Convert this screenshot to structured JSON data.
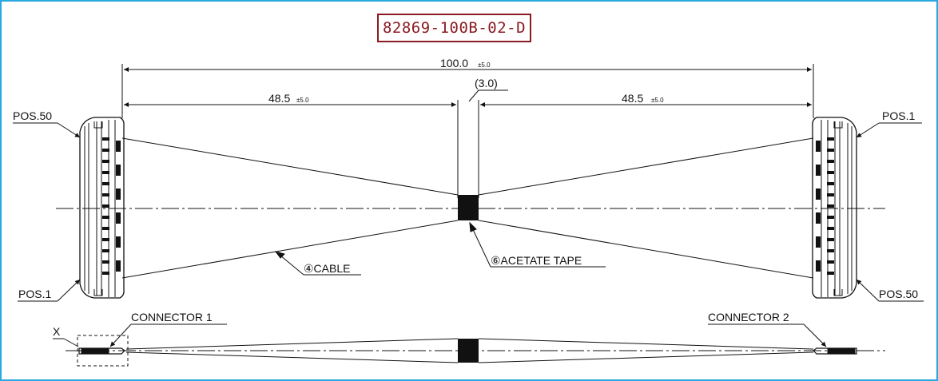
{
  "part_number": "82869-100B-02-D",
  "dimensions": {
    "overall": "100.0",
    "overall_tol": "±5.0",
    "left": "48.5",
    "left_tol": "±5.0",
    "right": "48.5",
    "right_tol": "±5.0",
    "tape": "(3.0)"
  },
  "labels": {
    "pos50_left": "POS.50",
    "pos1_left": "POS.1",
    "pos1_right": "POS.1",
    "pos50_right": "POS.50",
    "cable": "④CABLE",
    "tape": "⑥ACETATE TAPE",
    "connector1": "CONNECTOR 1",
    "connector2": "CONNECTOR 2",
    "x": "X"
  },
  "colors": {
    "frame": "#2aa8e0",
    "part_number": "#8b1a22",
    "line": "#111111"
  }
}
